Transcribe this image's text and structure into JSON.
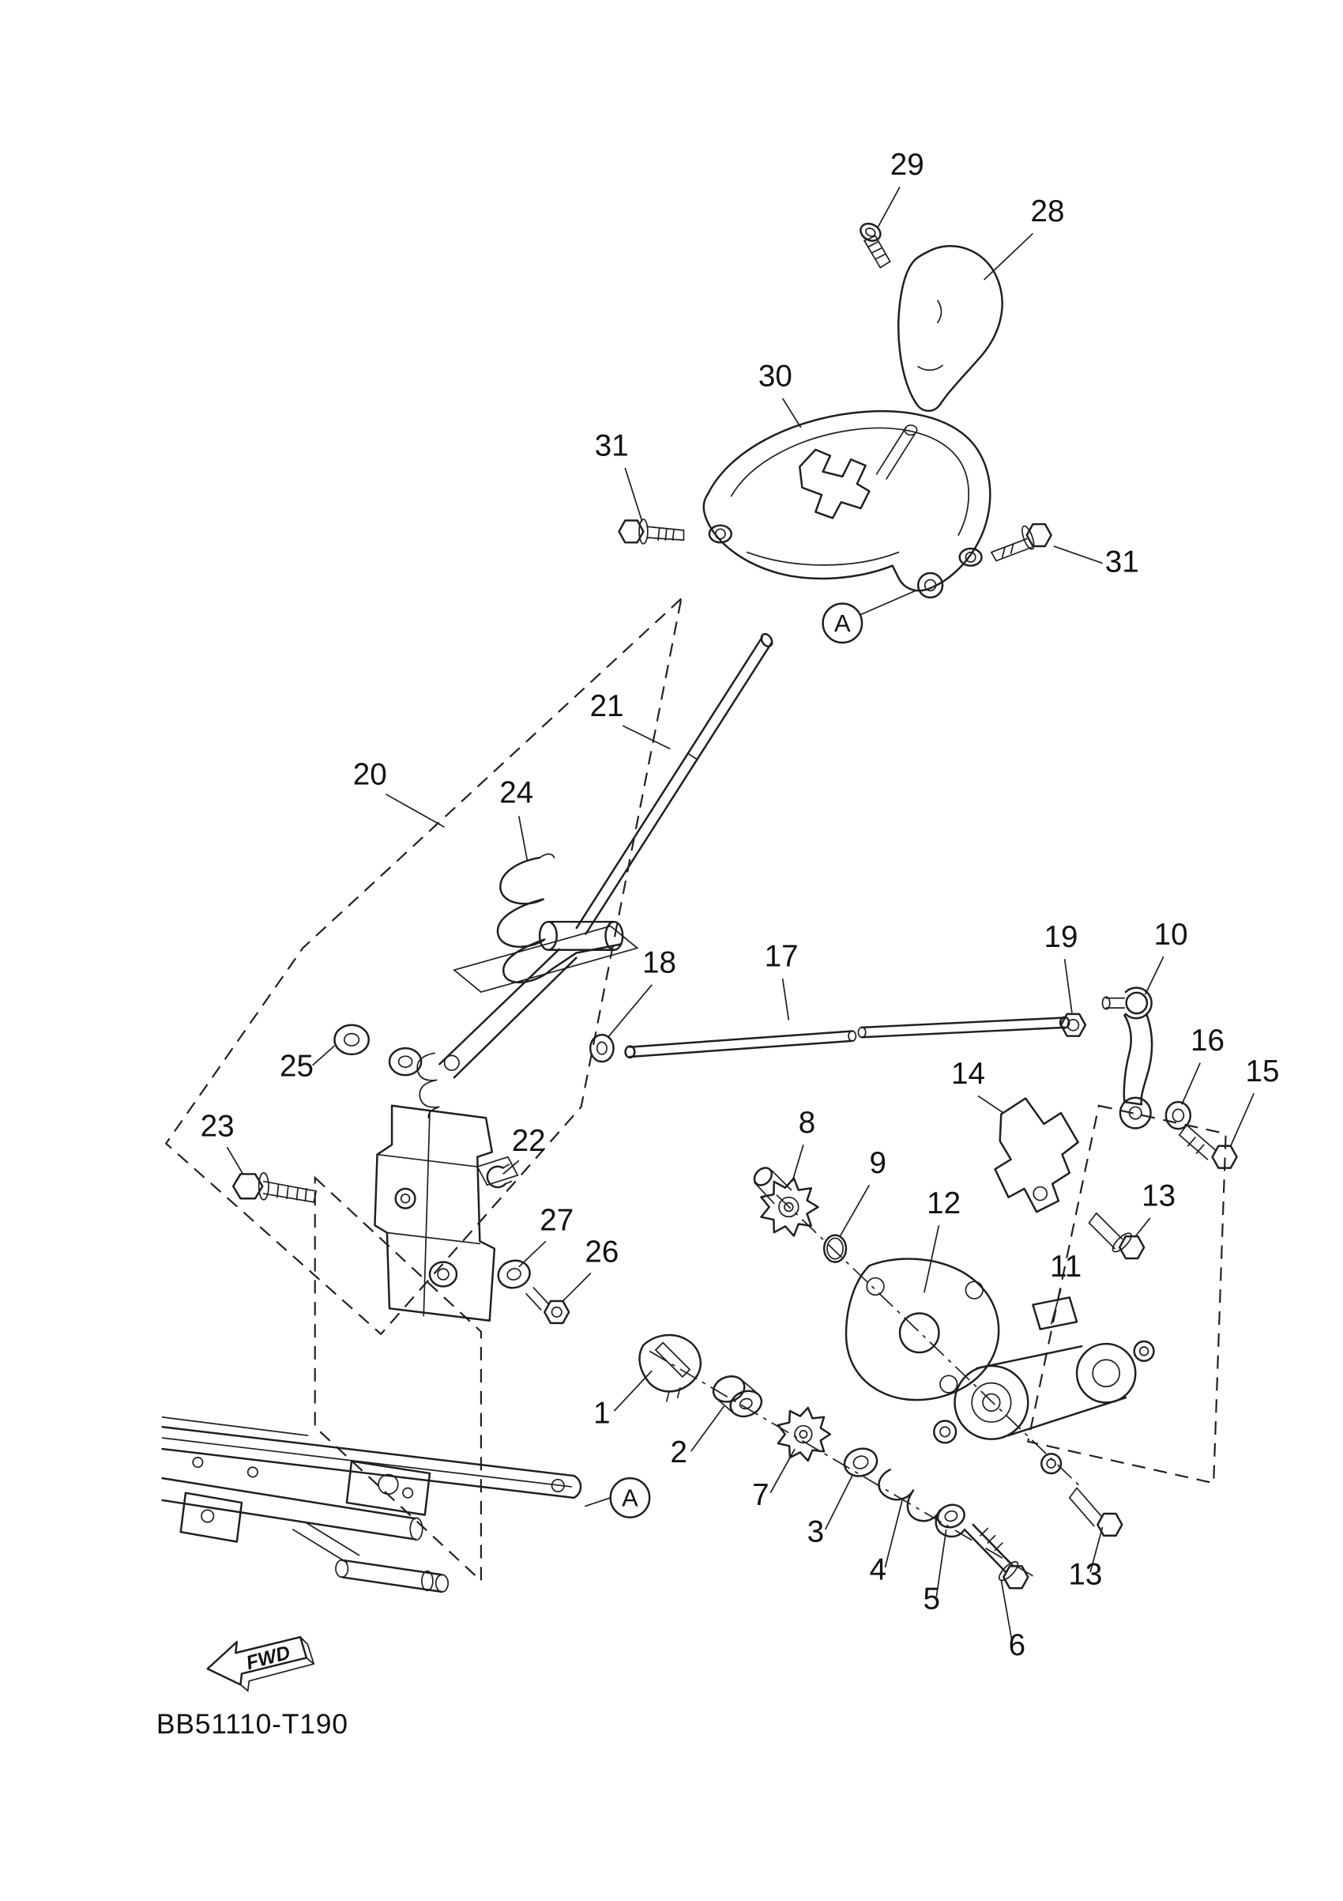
{
  "diagram": {
    "code": "BB51110-T190",
    "fwd": "FWD",
    "background": "#ffffff",
    "line_color": "#1f1f1f"
  },
  "view_markers": [
    {
      "label": "A"
    },
    {
      "label": "A"
    }
  ],
  "callouts": [
    {
      "label": "29"
    },
    {
      "label": "28"
    },
    {
      "label": "30"
    },
    {
      "label": "31"
    },
    {
      "label": "31"
    },
    {
      "label": "21"
    },
    {
      "label": "20"
    },
    {
      "label": "24"
    },
    {
      "label": "18"
    },
    {
      "label": "17"
    },
    {
      "label": "19"
    },
    {
      "label": "10"
    },
    {
      "label": "16"
    },
    {
      "label": "15"
    },
    {
      "label": "25"
    },
    {
      "label": "14"
    },
    {
      "label": "8"
    },
    {
      "label": "9"
    },
    {
      "label": "12"
    },
    {
      "label": "23"
    },
    {
      "label": "22"
    },
    {
      "label": "27"
    },
    {
      "label": "26"
    },
    {
      "label": "13"
    },
    {
      "label": "11"
    },
    {
      "label": "1"
    },
    {
      "label": "2"
    },
    {
      "label": "7"
    },
    {
      "label": "3"
    },
    {
      "label": "4"
    },
    {
      "label": "5"
    },
    {
      "label": "6"
    },
    {
      "label": "13"
    }
  ]
}
